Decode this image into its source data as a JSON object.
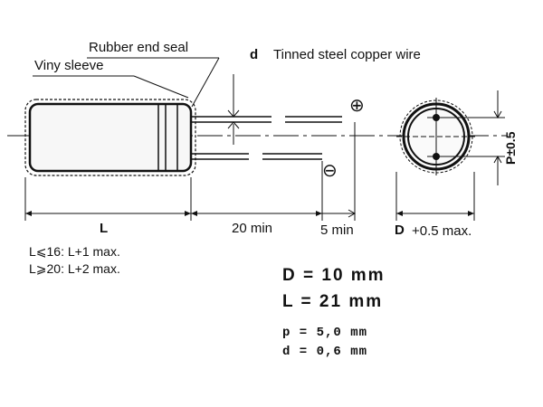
{
  "labels": {
    "rubber_end_seal": "Rubber end seal",
    "vinyl_sleeve": "Viny sleeve",
    "wire_symbol": "d",
    "wire_desc": "Tinned steel copper wire",
    "pitch": "P±0.5",
    "length_symbol": "L",
    "dim_20": "20 min",
    "dim_5": "5 min",
    "diameter_symbol": "D",
    "diameter_tol": "+0.5 max.",
    "plus_symbol": "⊕",
    "minus_symbol": "⊖"
  },
  "tolerance_notes": [
    "L⩽16: L+1 max.",
    "L⩾20: L+2 max."
  ],
  "specs": {
    "D": "D = 10 mm",
    "L": "L =  21 mm",
    "p": "p = 5,0 mm",
    "d": "d = 0,6 mm"
  }
}
